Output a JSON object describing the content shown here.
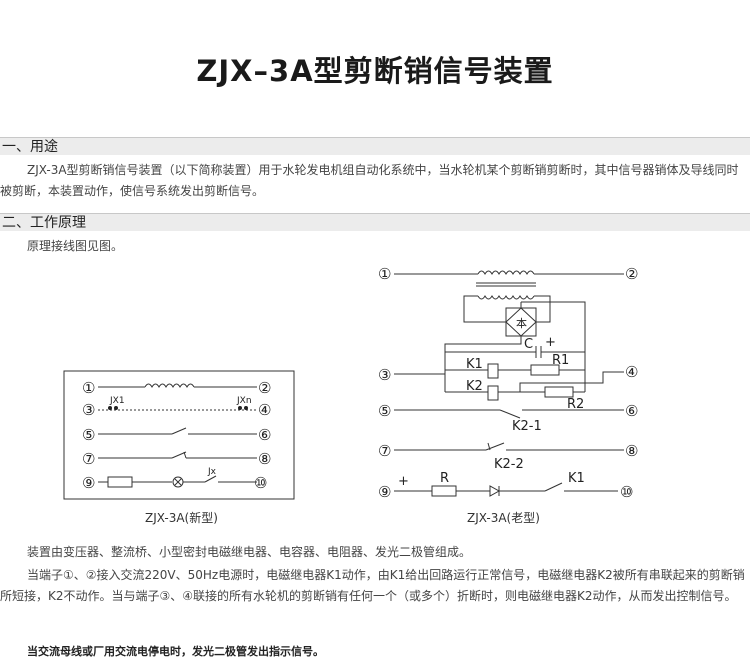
{
  "title": "ZJX–3A型剪断销信号装置",
  "section1": {
    "heading": "一、用途",
    "text": "ZJX-3A型剪断销信号装置（以下简称装置）用于水轮发电机组自动化系统中，当水轮机某个剪断销剪断时，其中信号器销体及导线同时被剪断，本装置动作，使信号系统发出剪断信号。"
  },
  "section2": {
    "heading": "二、工作原理",
    "intro": "原理接线图见图。"
  },
  "diagram_new": {
    "caption": "ZJX-3A(新型)",
    "terminals": [
      "①",
      "②",
      "③",
      "④",
      "⑤",
      "⑥",
      "⑦",
      "⑧",
      "⑨",
      "⑩"
    ],
    "label_jx1": "JX1",
    "label_jxn": "JXn",
    "label_jx": "Jx"
  },
  "diagram_old": {
    "caption": "ZJX-3A(老型)",
    "terminals": [
      "①",
      "②",
      "③",
      "④",
      "⑤",
      "⑥",
      "⑦",
      "⑧",
      "⑨",
      "⑩"
    ],
    "label_bridge": "本",
    "label_c": "C",
    "label_plus": "+",
    "label_k1": "K1",
    "label_r1": "R1",
    "label_k2": "K2",
    "label_r2": "R2",
    "label_k2_1": "K2-1",
    "label_k2_2": "K2-2",
    "label_plus9": "+",
    "label_r": "R",
    "label_k1b": "K1"
  },
  "composition": "装置由变压器、整流桥、小型密封电磁继电器、电容器、电阻器、发光二极管组成。",
  "operation": "当端子①、②接入交流220V、50Hz电源时，电磁继电器K1动作，由K1给出回路运行正常信号，电磁继电器K2被所有串联起来的剪断销所短接，K2不动作。当与端子③、④联接的所有水轮机的剪断销有任何一个（或多个）折断时，则电磁继电器K2动作，从而发出控制信号。",
  "note": "当交流母线或厂用交流电停电时，发光二极管发出指示信号。"
}
